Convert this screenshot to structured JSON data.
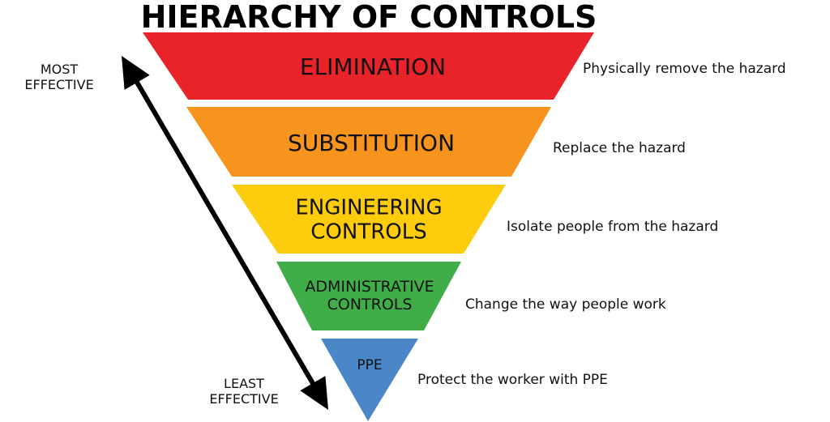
{
  "title": "HIERARCHY OF CONTROLS",
  "scale": {
    "top_label": [
      "MOST",
      "EFFECTIVE"
    ],
    "bottom_label": [
      "LEAST",
      "EFFECTIVE"
    ]
  },
  "levels": [
    {
      "id": "elimination",
      "label": [
        "ELIMINATION"
      ],
      "description": "Physically remove the hazard",
      "color": "#e8232a"
    },
    {
      "id": "substitution",
      "label": [
        "SUBSTITUTION"
      ],
      "description": "Replace the hazard",
      "color": "#f7941d"
    },
    {
      "id": "engineering-controls",
      "label": [
        "ENGINEERING",
        "CONTROLS"
      ],
      "description": "Isolate people from the hazard",
      "color": "#fdcc0d"
    },
    {
      "id": "administrative-controls",
      "label": [
        "ADMINISTRATIVE",
        "CONTROLS"
      ],
      "description": "Change the way people work",
      "color": "#3fae49"
    },
    {
      "id": "ppe",
      "label": [
        "PPE"
      ],
      "description": "Protect the worker with PPE",
      "color": "#4a86c8"
    }
  ],
  "colors": {
    "text": "#111111",
    "arrow": "#000000"
  }
}
